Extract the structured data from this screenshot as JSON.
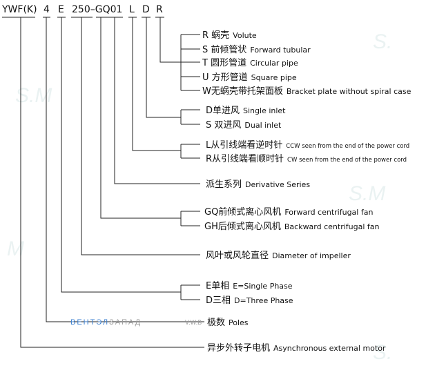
{
  "model_code": {
    "parts": [
      "YWF(K)",
      "4",
      "E",
      "250–GQ01",
      "L",
      "D",
      "R"
    ]
  },
  "groups": [
    {
      "id": "volute",
      "items": [
        {
          "cn": "R 蜗壳",
          "en": "Volute"
        },
        {
          "cn": "S 前倾管状",
          "en": "Forward tubular"
        },
        {
          "cn": "T 圆形管道",
          "en": "Circular pipe"
        },
        {
          "cn": "U 方形管道",
          "en": "Square pipe"
        },
        {
          "cn": "W无蜗壳带托架面板",
          "en": "Bracket plate without spiral case"
        }
      ]
    },
    {
      "id": "inlet",
      "items": [
        {
          "cn": "D单进风",
          "en": "Single inlet"
        },
        {
          "cn": "S 双进风",
          "en": "Dual inlet"
        }
      ]
    },
    {
      "id": "rotation",
      "items": [
        {
          "cn": "L从引线端看逆时针",
          "en": "CCW seen from the end of the power cord"
        },
        {
          "cn": "R从引线端看顺时针",
          "en": "CW seen from the end of the power cord"
        }
      ]
    },
    {
      "id": "series",
      "items": [
        {
          "cn": "派生系列",
          "en": "Derivative  Series"
        }
      ]
    },
    {
      "id": "fan",
      "items": [
        {
          "cn": "GQ前倾式离心风机",
          "en": "Forward centrifugal fan"
        },
        {
          "cn": "GH后倾式离心风机",
          "en": "Backward centrifugal fan"
        }
      ]
    },
    {
      "id": "diameter",
      "items": [
        {
          "cn": "风叶或风轮直径",
          "en": "Diameter of impeller"
        }
      ]
    },
    {
      "id": "phase",
      "items": [
        {
          "cn": "E单相",
          "en": "E=Single Phase"
        },
        {
          "cn": "D三相",
          "en": "D=Three Phase"
        }
      ]
    },
    {
      "id": "poles",
      "items": [
        {
          "cn": "极数",
          "en": "Poles"
        }
      ]
    },
    {
      "id": "motor",
      "items": [
        {
          "cn": "异步外转子电机",
          "en": "Asynchronous external motor"
        }
      ]
    }
  ],
  "watermark": {
    "blue": "ВЕНТЭЛ",
    "gray": "ЗАПАД",
    "site": "V.W.B"
  },
  "colors": {
    "line": "#222222",
    "watermark_blue": "#3a7fd0",
    "watermark_gray": "#9a9a9a"
  }
}
